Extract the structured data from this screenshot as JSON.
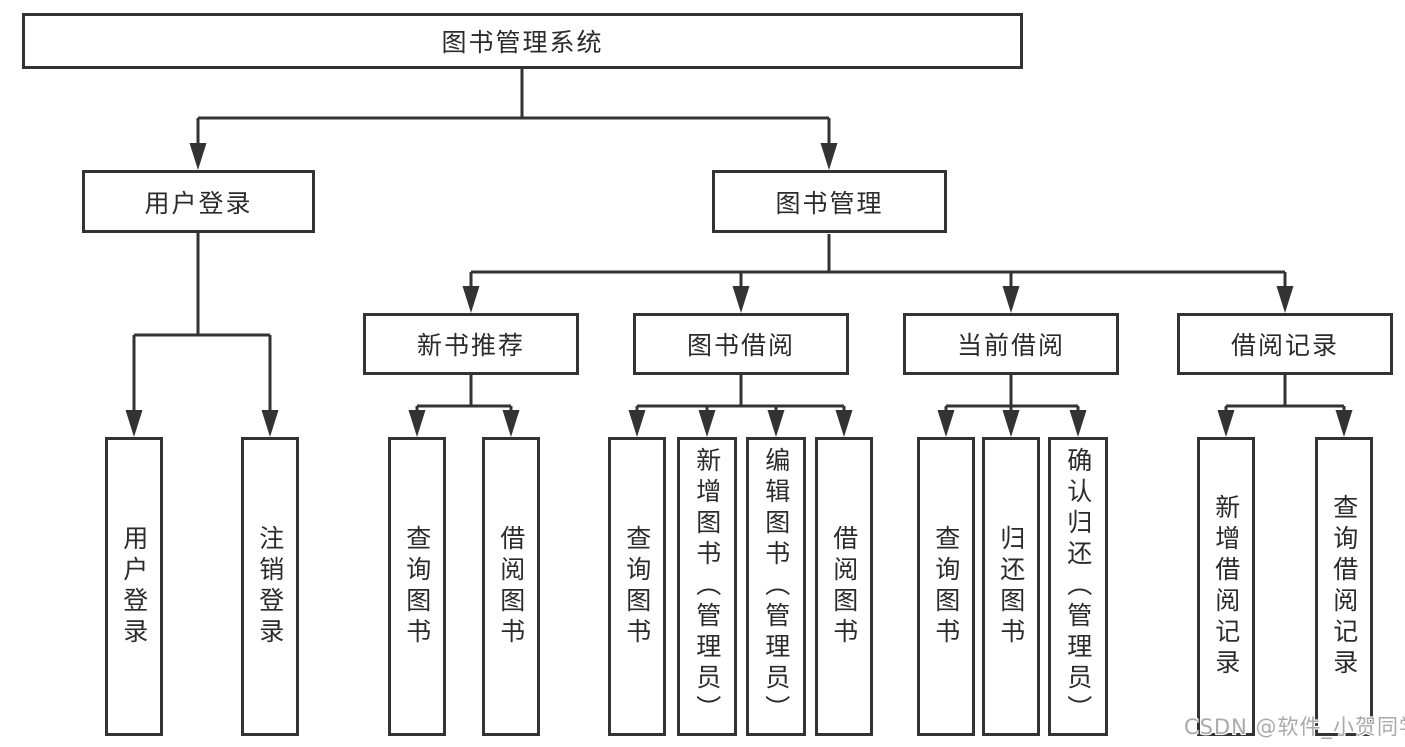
{
  "root": {
    "label": "图书管理系统"
  },
  "branches": {
    "login": {
      "label": "用户登录",
      "leaves": [
        "用户登录",
        "注销登录"
      ]
    },
    "mgmt": {
      "label": "图书管理",
      "groups": [
        {
          "label": "新书推荐",
          "leaves": [
            "查询图书",
            "借阅图书"
          ]
        },
        {
          "label": "图书借阅",
          "leaves": [
            "查询图书",
            "新增图书（管理员）",
            "编辑图书（管理员）",
            "借阅图书"
          ]
        },
        {
          "label": "当前借阅",
          "leaves": [
            "查询图书",
            "归还图书",
            "确认归还（管理员）"
          ]
        },
        {
          "label": "借阅记录",
          "leaves": [
            "新增借阅记录",
            "查询借阅记录"
          ]
        }
      ]
    }
  },
  "watermark": "CSDN @软件_小贺同学",
  "colors": {
    "line": "#333333",
    "box_border": "#333333",
    "text": "#2b2b2b",
    "watermark": "#aaaaaa",
    "background": "#ffffff"
  }
}
